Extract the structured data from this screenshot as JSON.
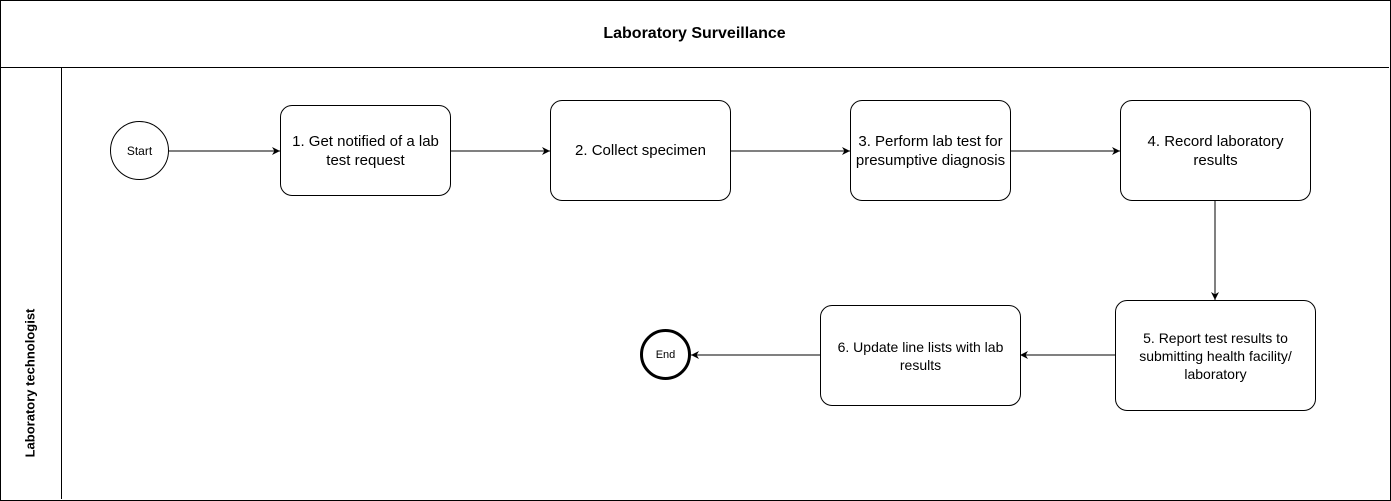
{
  "title": "Laboratory Surveillance",
  "lane": {
    "label": "Laboratory technologist"
  },
  "nodes": {
    "start": "Start",
    "step1": "1. Get notified of a lab test request",
    "step2": "2. Collect specimen",
    "step3": "3. Perform lab test for presumptive diagnosis",
    "step4": "4. Record laboratory results",
    "step5": "5. Report test results to submitting health facility/ laboratory",
    "step6": "6. Update line lists with lab results",
    "end": "End"
  }
}
